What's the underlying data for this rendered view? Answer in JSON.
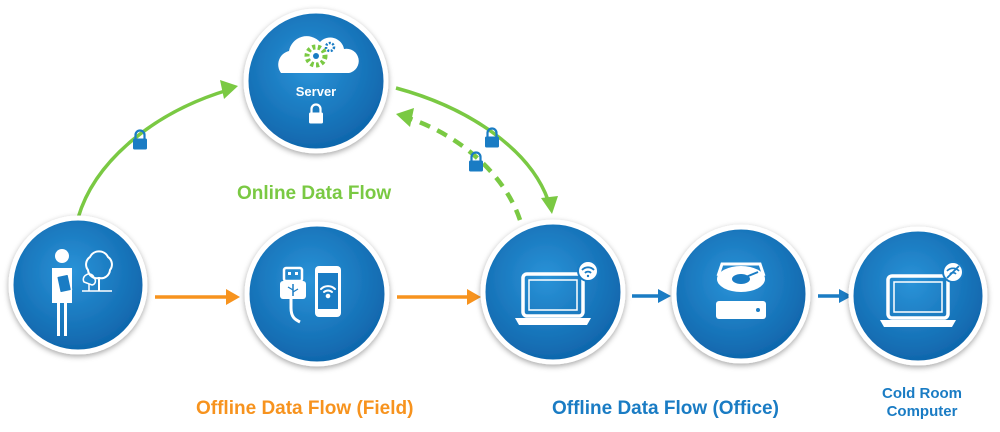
{
  "nodes": {
    "server": {
      "label": "Server"
    },
    "field_worker": {},
    "field_devices": {},
    "office_laptop": {},
    "storage": {},
    "cold_room": {}
  },
  "labels": {
    "online": "Online Data Flow",
    "offline_field": "Offline Data Flow (Field)",
    "offline_office": "Offline Data Flow (Office)",
    "cold_room_line1": "Cold Room",
    "cold_room_line2": "Computer"
  },
  "colors": {
    "circle_fill": "#1a7cc4",
    "circle_ring": "#ffffff",
    "online": "#7ac943",
    "offline_field": "#f7931e",
    "offline_office": "#1a7cc4",
    "label_office": "#1a7cc4",
    "label_cold": "#1a7cc4"
  },
  "icons": [
    "person-icon",
    "tree-icon",
    "tablet-icon",
    "usb-icon",
    "phone-icon",
    "wifi-icon",
    "laptop-icon",
    "hard-drive-icon",
    "no-wifi-icon",
    "cloud-icon",
    "gear-icon",
    "lock-icon"
  ]
}
